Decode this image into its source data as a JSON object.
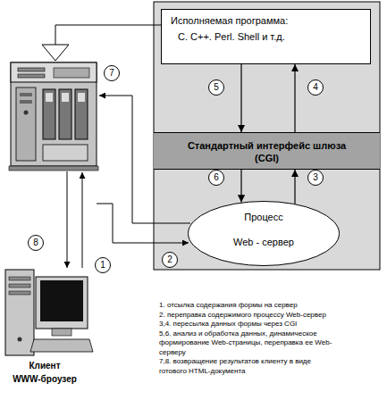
{
  "diagram": {
    "nodes": [
      {
        "text": [
          "Исполняемая программа:",
          "C. C++. Perl. Shell и т.д."
        ]
      },
      {
        "text": [
          "Стандартный интерфейс шлюза (CGI)"
        ]
      },
      {
        "text": [
          "Процесс",
          "Web - сервер"
        ]
      },
      {
        "text": [
          "Клиент",
          "WWW-броузер"
        ]
      }
    ],
    "edges": [
      {
        "from": 1,
        "to": 0,
        "arrow": "to"
      },
      {
        "from": 0,
        "to": 1,
        "arrow": "to"
      },
      {
        "from": 2,
        "to": 1,
        "arrow": "to"
      },
      {
        "from": 1,
        "to": 2,
        "arrow": "to"
      }
    ],
    "labels": [
      "7",
      "5",
      "4",
      "6",
      "3",
      "2",
      "8",
      "1",
      "1. отсылка содержания формы на сервер",
      "2. переправка содержимого процессу Web-сервер",
      "3,4. пересылка данных формы через CGI",
      "5,6. анализ и обработка данных, динамическое формирование Web-страницы, переправка ее Web-серверу",
      "7,8. возвращение результатов клиенту в виде готового HTML-документа"
    ]
  }
}
